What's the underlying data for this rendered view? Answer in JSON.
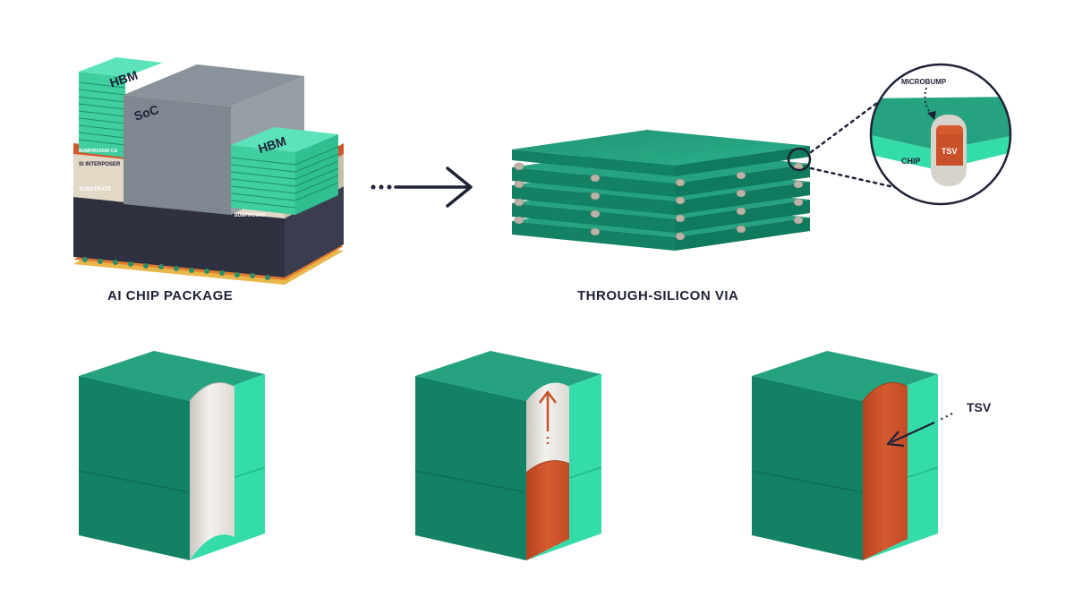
{
  "labels": {
    "hbm_left": "HBM",
    "hbm_right": "HBM",
    "soc": "SoC",
    "bump_top": "BUMP/ROUND CA",
    "bump_right": "BUMP/ROUND",
    "si_interposer": "SI INTERPOSER",
    "substrate": "SUBSTRATE",
    "microbump": "MICROBUMP",
    "chip": "CHIP",
    "tsv_inset": "TSV",
    "tsv_final": "TSV"
  },
  "captions": {
    "ai_chip_package": "AI CHIP PACKAGE",
    "through_silicon_via": "THROUGH-SILICON VIA"
  },
  "colors": {
    "teal_top": "#25a27f",
    "teal_front": "#128164",
    "teal_side": "#34dcaa",
    "hbm_face": "#5de3bb",
    "soc_gray": "#7f8891",
    "copper": "#c9512a",
    "hole_white": "#e9e6e0",
    "dark_navy": "#1e2237",
    "interposer": "#e2d8c6",
    "substrate": "#2f3140"
  }
}
